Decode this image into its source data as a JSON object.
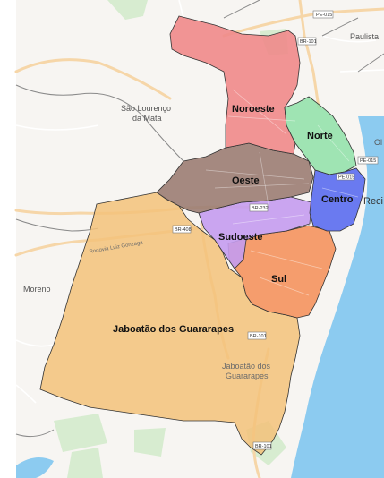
{
  "map": {
    "regions": [
      {
        "id": "noroeste",
        "label": "Noroeste",
        "fill": "#f08a8a"
      },
      {
        "id": "norte",
        "label": "Norte",
        "fill": "#8fe0a8"
      },
      {
        "id": "oeste",
        "label": "Oeste",
        "fill": "#9b7d73"
      },
      {
        "id": "centro",
        "label": "Centro",
        "fill": "#5d6ff0"
      },
      {
        "id": "sudoeste",
        "label": "Sudoeste",
        "fill": "#c49cf0"
      },
      {
        "id": "sul",
        "label": "Sul",
        "fill": "#f4935e"
      },
      {
        "id": "jaboatao",
        "label": "Jaboatão dos Guararapes",
        "fill": "#f3c27a"
      }
    ],
    "places": {
      "paulista": "Paulista",
      "sao_lourenco_1": "São Lourenço",
      "sao_lourenco_2": "da Mata",
      "moreno": "Moreno",
      "recife_partial": "Reci",
      "olinda_partial": "Ol",
      "jaboatao_city_1": "Jaboatão dos",
      "jaboatao_city_2": "Guararapes",
      "rodovia": "Rodovia Luiz Gonzaga"
    },
    "shields": {
      "pe015_top": "PE-015",
      "br101_top": "BR-101",
      "pe015_right": "PE-015",
      "pe015_centro": "PE-015",
      "br232": "BR-232",
      "br408": "BR-408",
      "br101_south": "BR-101",
      "br101_bottom": "BR-101"
    },
    "colors": {
      "water": "#8ccbf0",
      "land": "#f7f5f2",
      "road_major": "#f6d6a8",
      "road_minor": "#ffffff",
      "boundary": "#3a3a3a",
      "green": "#d7ecd0"
    }
  }
}
